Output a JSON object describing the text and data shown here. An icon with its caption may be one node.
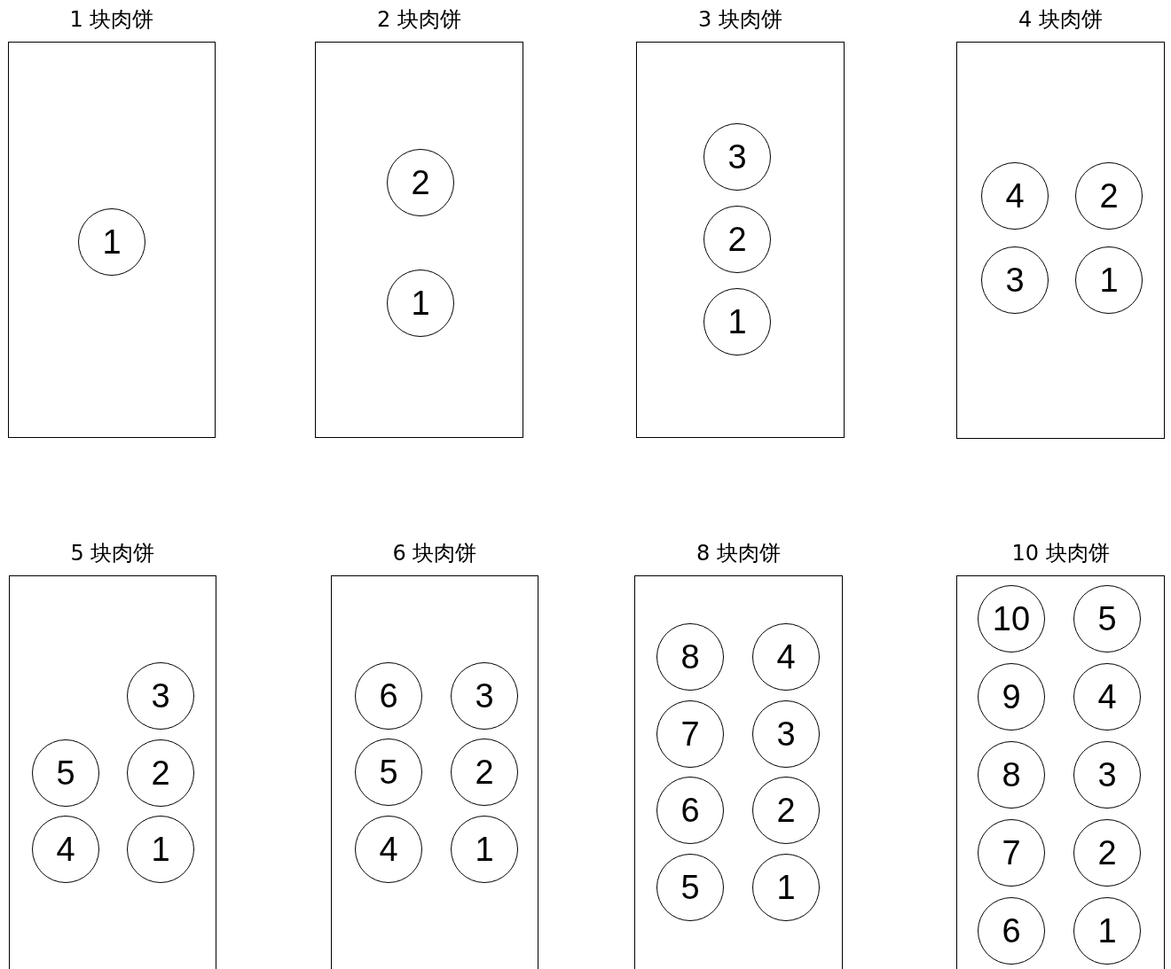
{
  "diagram": {
    "nodes": [
      {
        "text": [
          "1 块肉饼"
        ]
      },
      {
        "text": [
          "1"
        ],
        "in": 0
      },
      {
        "text": [
          "2 块肉饼"
        ]
      },
      {
        "text": [
          "2"
        ],
        "in": 2
      },
      {
        "text": [
          "1"
        ],
        "in": 2
      },
      {
        "text": [
          "3 块肉饼"
        ]
      },
      {
        "text": [
          "3"
        ],
        "in": 5
      },
      {
        "text": [
          "2"
        ],
        "in": 5
      },
      {
        "text": [
          "1"
        ],
        "in": 5
      },
      {
        "text": [
          "4 块肉饼"
        ]
      },
      {
        "text": [
          "4"
        ],
        "in": 9
      },
      {
        "text": [
          "2"
        ],
        "in": 9
      },
      {
        "text": [
          "3"
        ],
        "in": 9
      },
      {
        "text": [
          "1"
        ],
        "in": 9
      },
      {
        "text": [
          "5 块肉饼"
        ]
      },
      {
        "text": [
          "3"
        ],
        "in": 14
      },
      {
        "text": [
          "5"
        ],
        "in": 14
      },
      {
        "text": [
          "2"
        ],
        "in": 14
      },
      {
        "text": [
          "4"
        ],
        "in": 14
      },
      {
        "text": [
          "1"
        ],
        "in": 14
      },
      {
        "text": [
          "6 块肉饼"
        ]
      },
      {
        "text": [
          "6"
        ],
        "in": 20
      },
      {
        "text": [
          "3"
        ],
        "in": 20
      },
      {
        "text": [
          "5"
        ],
        "in": 20
      },
      {
        "text": [
          "2"
        ],
        "in": 20
      },
      {
        "text": [
          "4"
        ],
        "in": 20
      },
      {
        "text": [
          "1"
        ],
        "in": 20
      },
      {
        "text": [
          "8 块肉饼"
        ]
      },
      {
        "text": [
          "8"
        ],
        "in": 27
      },
      {
        "text": [
          "4"
        ],
        "in": 27
      },
      {
        "text": [
          "7"
        ],
        "in": 27
      },
      {
        "text": [
          "3"
        ],
        "in": 27
      },
      {
        "text": [
          "6"
        ],
        "in": 27
      },
      {
        "text": [
          "2"
        ],
        "in": 27
      },
      {
        "text": [
          "5"
        ],
        "in": 27
      },
      {
        "text": [
          "1"
        ],
        "in": 27
      },
      {
        "text": [
          "10 块肉饼"
        ]
      },
      {
        "text": [
          "10"
        ],
        "in": 36
      },
      {
        "text": [
          "5"
        ],
        "in": 36
      },
      {
        "text": [
          "9"
        ],
        "in": 36
      },
      {
        "text": [
          "4"
        ],
        "in": 36
      },
      {
        "text": [
          "8"
        ],
        "in": 36
      },
      {
        "text": [
          "3"
        ],
        "in": 36
      },
      {
        "text": [
          "7"
        ],
        "in": 36
      },
      {
        "text": [
          "2"
        ],
        "in": 36
      },
      {
        "text": [
          "6"
        ],
        "in": 36
      },
      {
        "text": [
          "1"
        ],
        "in": 36
      }
    ]
  }
}
